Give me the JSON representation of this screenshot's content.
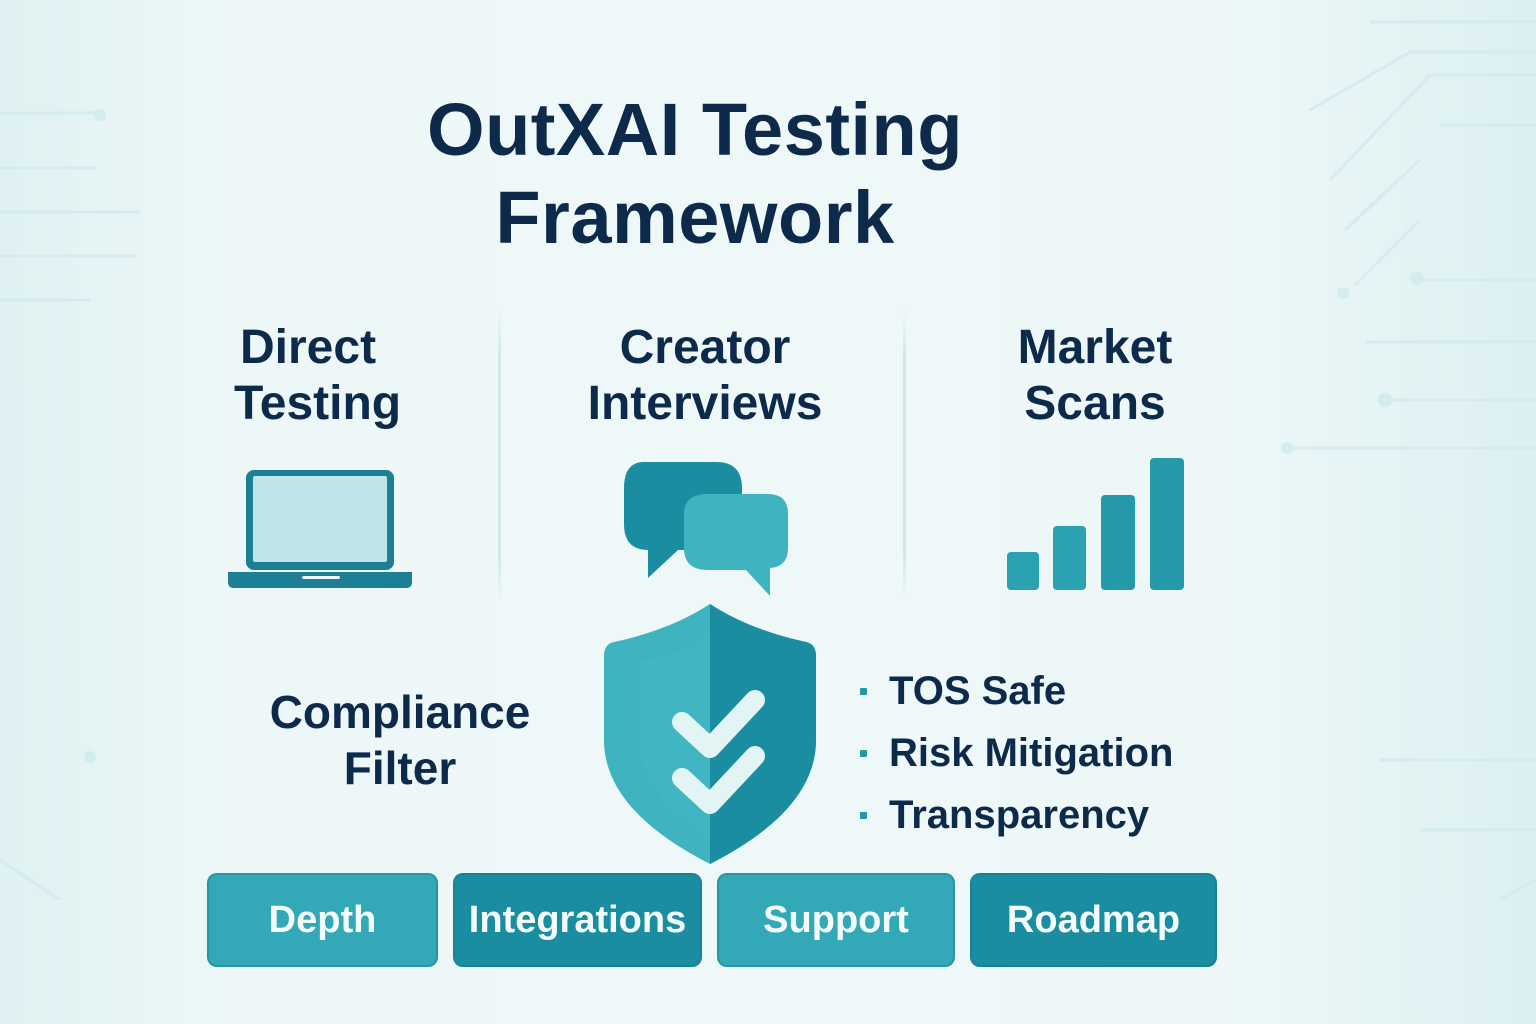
{
  "title": {
    "line1": "OutXAI Testing",
    "line2": "Framework"
  },
  "columns": [
    {
      "line1": "Direct",
      "line2": "Testing",
      "icon": "laptop-icon"
    },
    {
      "line1": "Creator",
      "line2": "Interviews",
      "icon": "chat-bubbles-icon"
    },
    {
      "line1": "Market",
      "line2": "Scans",
      "icon": "bar-chart-icon"
    }
  ],
  "compliance": {
    "line1": "Compliance",
    "line2": "Filter",
    "icon": "shield-check-icon",
    "bullets": [
      "TOS Safe",
      "Risk Mitigation",
      "Transparency"
    ]
  },
  "pillars": [
    "Depth",
    "Integrations",
    "Support",
    "Roadmap"
  ],
  "colors": {
    "navy_text": "#0d2a4a",
    "teal_light": "#3fb4c0",
    "teal_dark": "#1a8ea0",
    "background": "#eef8f9",
    "button_text": "#f3fbfc"
  }
}
